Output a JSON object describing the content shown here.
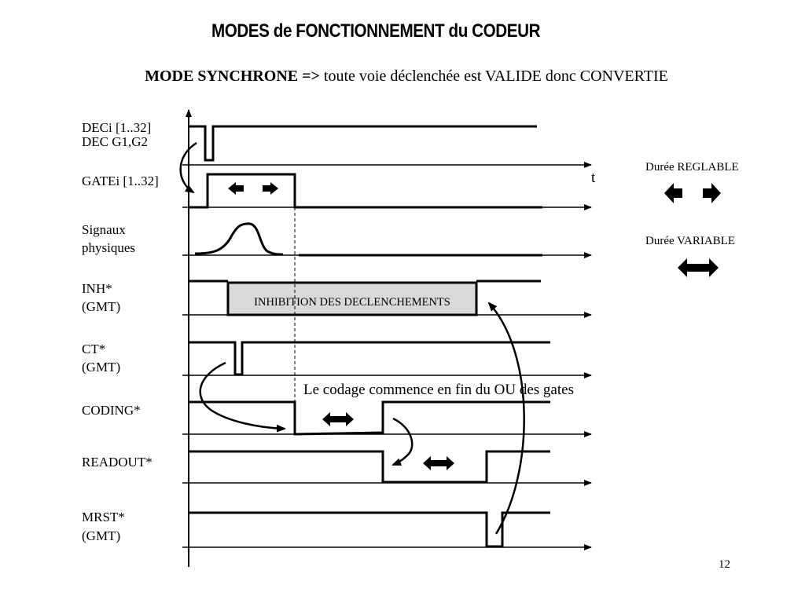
{
  "title": "MODES de FONCTIONNEMENT du CODEUR",
  "subtitle": {
    "bold": "MODE SYNCHRONE =>",
    "rest": " toute voie déclenchée est VALIDE donc CONVERTIE"
  },
  "signals": {
    "deci": "DECi [1..32]",
    "dec_g": "DEC G1,G2",
    "gate": "GATEi [1..32]",
    "signaux_1": "Signaux",
    "signaux_2": "physiques",
    "inh_1": "INH*",
    "inh_2": "(GMT)",
    "ct_1": "CT*",
    "ct_2": "(GMT)",
    "coding": "CODING*",
    "readout": "READOUT*",
    "mrst_1": "MRST*",
    "mrst_2": "(GMT)"
  },
  "time_axis_label": "t",
  "inhibition_box": "INHIBITION DES DECLENCHEMENTS",
  "annotation": "Le codage commence en fin du OU des gates",
  "legend": {
    "reglable": "Durée REGLABLE",
    "variable": "Durée VARIABLE"
  },
  "page_number": "12"
}
